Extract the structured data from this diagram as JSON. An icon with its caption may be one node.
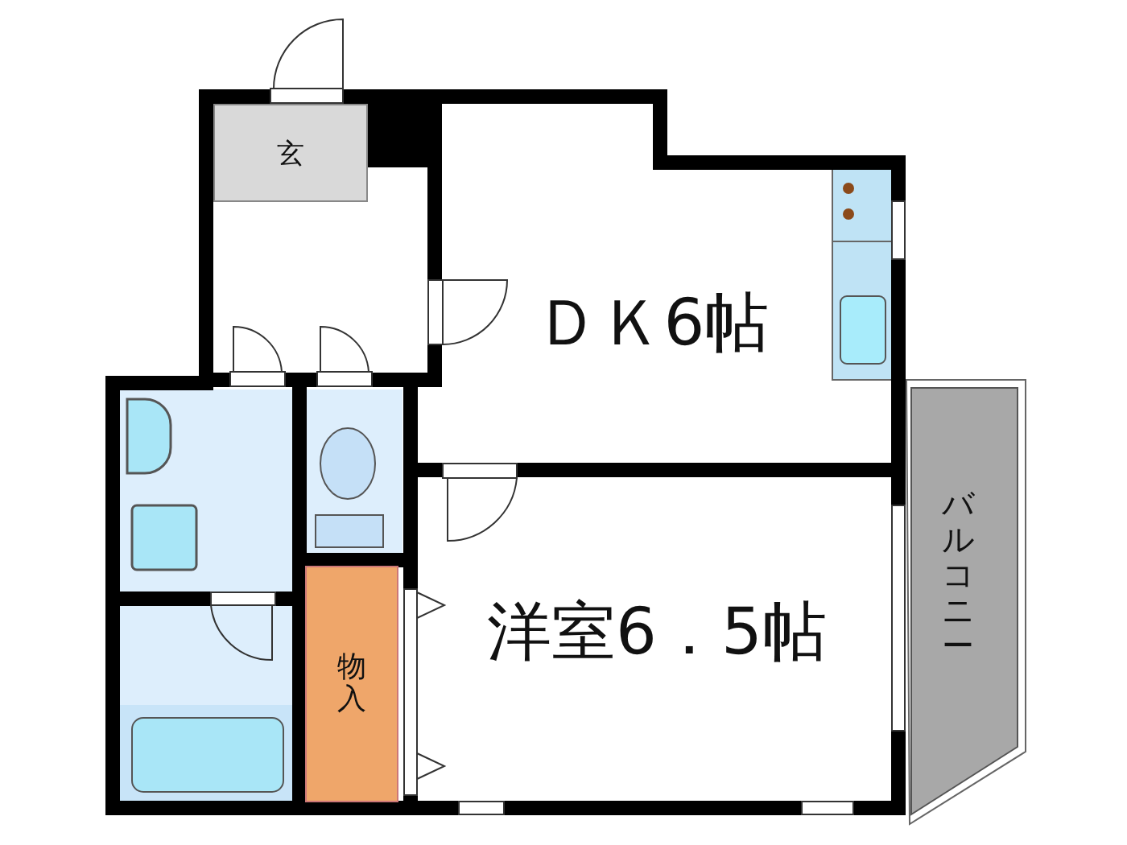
{
  "diagram": {
    "nodes": [
      {
        "text": [
          "玄"
        ]
      },
      {
        "text": [
          "ＤＫ6帖"
        ]
      },
      {
        "text": [
          "洋室6．5帖"
        ]
      },
      {
        "text": [
          "物入"
        ]
      },
      {
        "text": [
          "バルコニー"
        ]
      }
    ]
  }
}
